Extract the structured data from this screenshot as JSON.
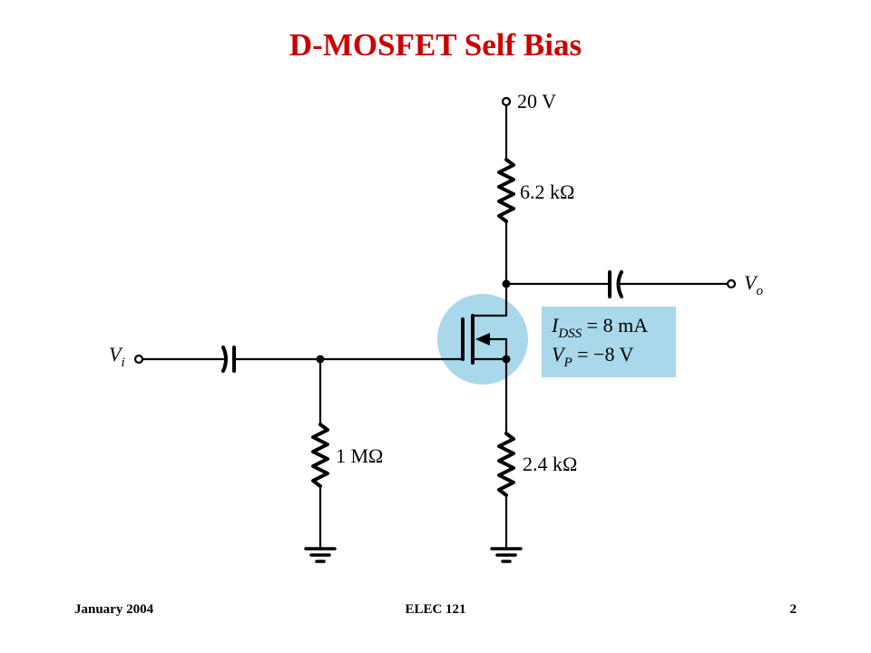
{
  "title": "D-MOSFET Self Bias",
  "circuit": {
    "supply": "20 V",
    "drain_resistor": "6.2  kΩ",
    "gate_resistor": "1 MΩ",
    "source_resistor": "2.4 kΩ",
    "input": {
      "main": "V",
      "sub": "i"
    },
    "output": {
      "main": "V",
      "sub": "o"
    },
    "params": [
      {
        "main": "I",
        "sub": "DSS",
        "rest": " = 8 mA"
      },
      {
        "main": "V",
        "sub": "P",
        "rest": " = −8 V"
      }
    ],
    "colors": {
      "highlight": "#a9d8ea",
      "wire": "#000000"
    }
  },
  "footer": {
    "date": "January 2004",
    "course": "ELEC 121",
    "page": "2"
  }
}
